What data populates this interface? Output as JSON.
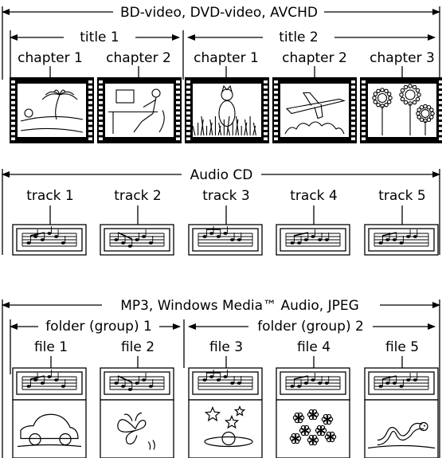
{
  "video": {
    "header": "BD-video, DVD-video, AVCHD",
    "titles": [
      "title 1",
      "title 2"
    ],
    "chapters": [
      "chapter 1",
      "chapter 2",
      "chapter 1",
      "chapter 2",
      "chapter 3"
    ],
    "frame_icons": [
      "beach-palm-icon",
      "person-at-desk-icon",
      "cat-in-grass-icon",
      "airplane-icon",
      "sunflowers-icon"
    ]
  },
  "audio_cd": {
    "header": "Audio CD",
    "tracks": [
      "track 1",
      "track 2",
      "track 3",
      "track 4",
      "track 5"
    ],
    "icon": "music-staff-icon"
  },
  "files": {
    "header": "MP3, Windows Media™ Audio, JPEG",
    "folders": [
      "folder (group) 1",
      "folder (group) 2"
    ],
    "items": [
      "file 1",
      "file 2",
      "file 3",
      "file 4",
      "file 5"
    ],
    "picture_icons": [
      "car-icon",
      "butterfly-icon",
      "planet-stars-icon",
      "flowers-icon",
      "worm-icon"
    ]
  }
}
